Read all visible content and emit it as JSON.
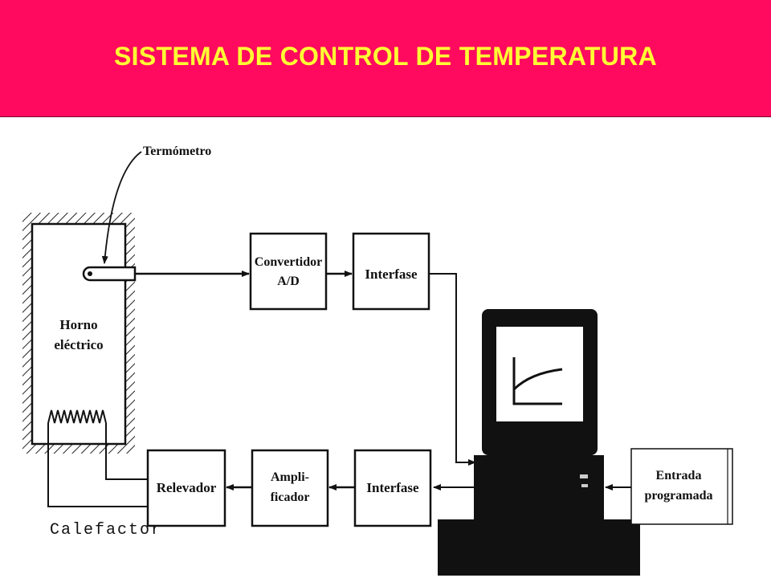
{
  "slide": {
    "title": "SISTEMA DE CONTROL DE TEMPERATURA"
  },
  "colors": {
    "header_bg": "#ff0a5e",
    "title_text": "#ffff33",
    "line": "#111111"
  },
  "diagram": {
    "thermometer_label": "Termómetro",
    "oven_label_line1": "Horno",
    "oven_label_line2": "eléctrico",
    "converter_line1": "Convertidor",
    "converter_line2": "A/D",
    "interface_top": "Interfase",
    "interface_bottom": "Interfase",
    "amplifier_line1": "Ampli-",
    "amplifier_line2": "ficador",
    "relay": "Relevador",
    "program_input_line1": "Entrada",
    "program_input_line2": "programada",
    "heater_label": "Calefactor"
  }
}
